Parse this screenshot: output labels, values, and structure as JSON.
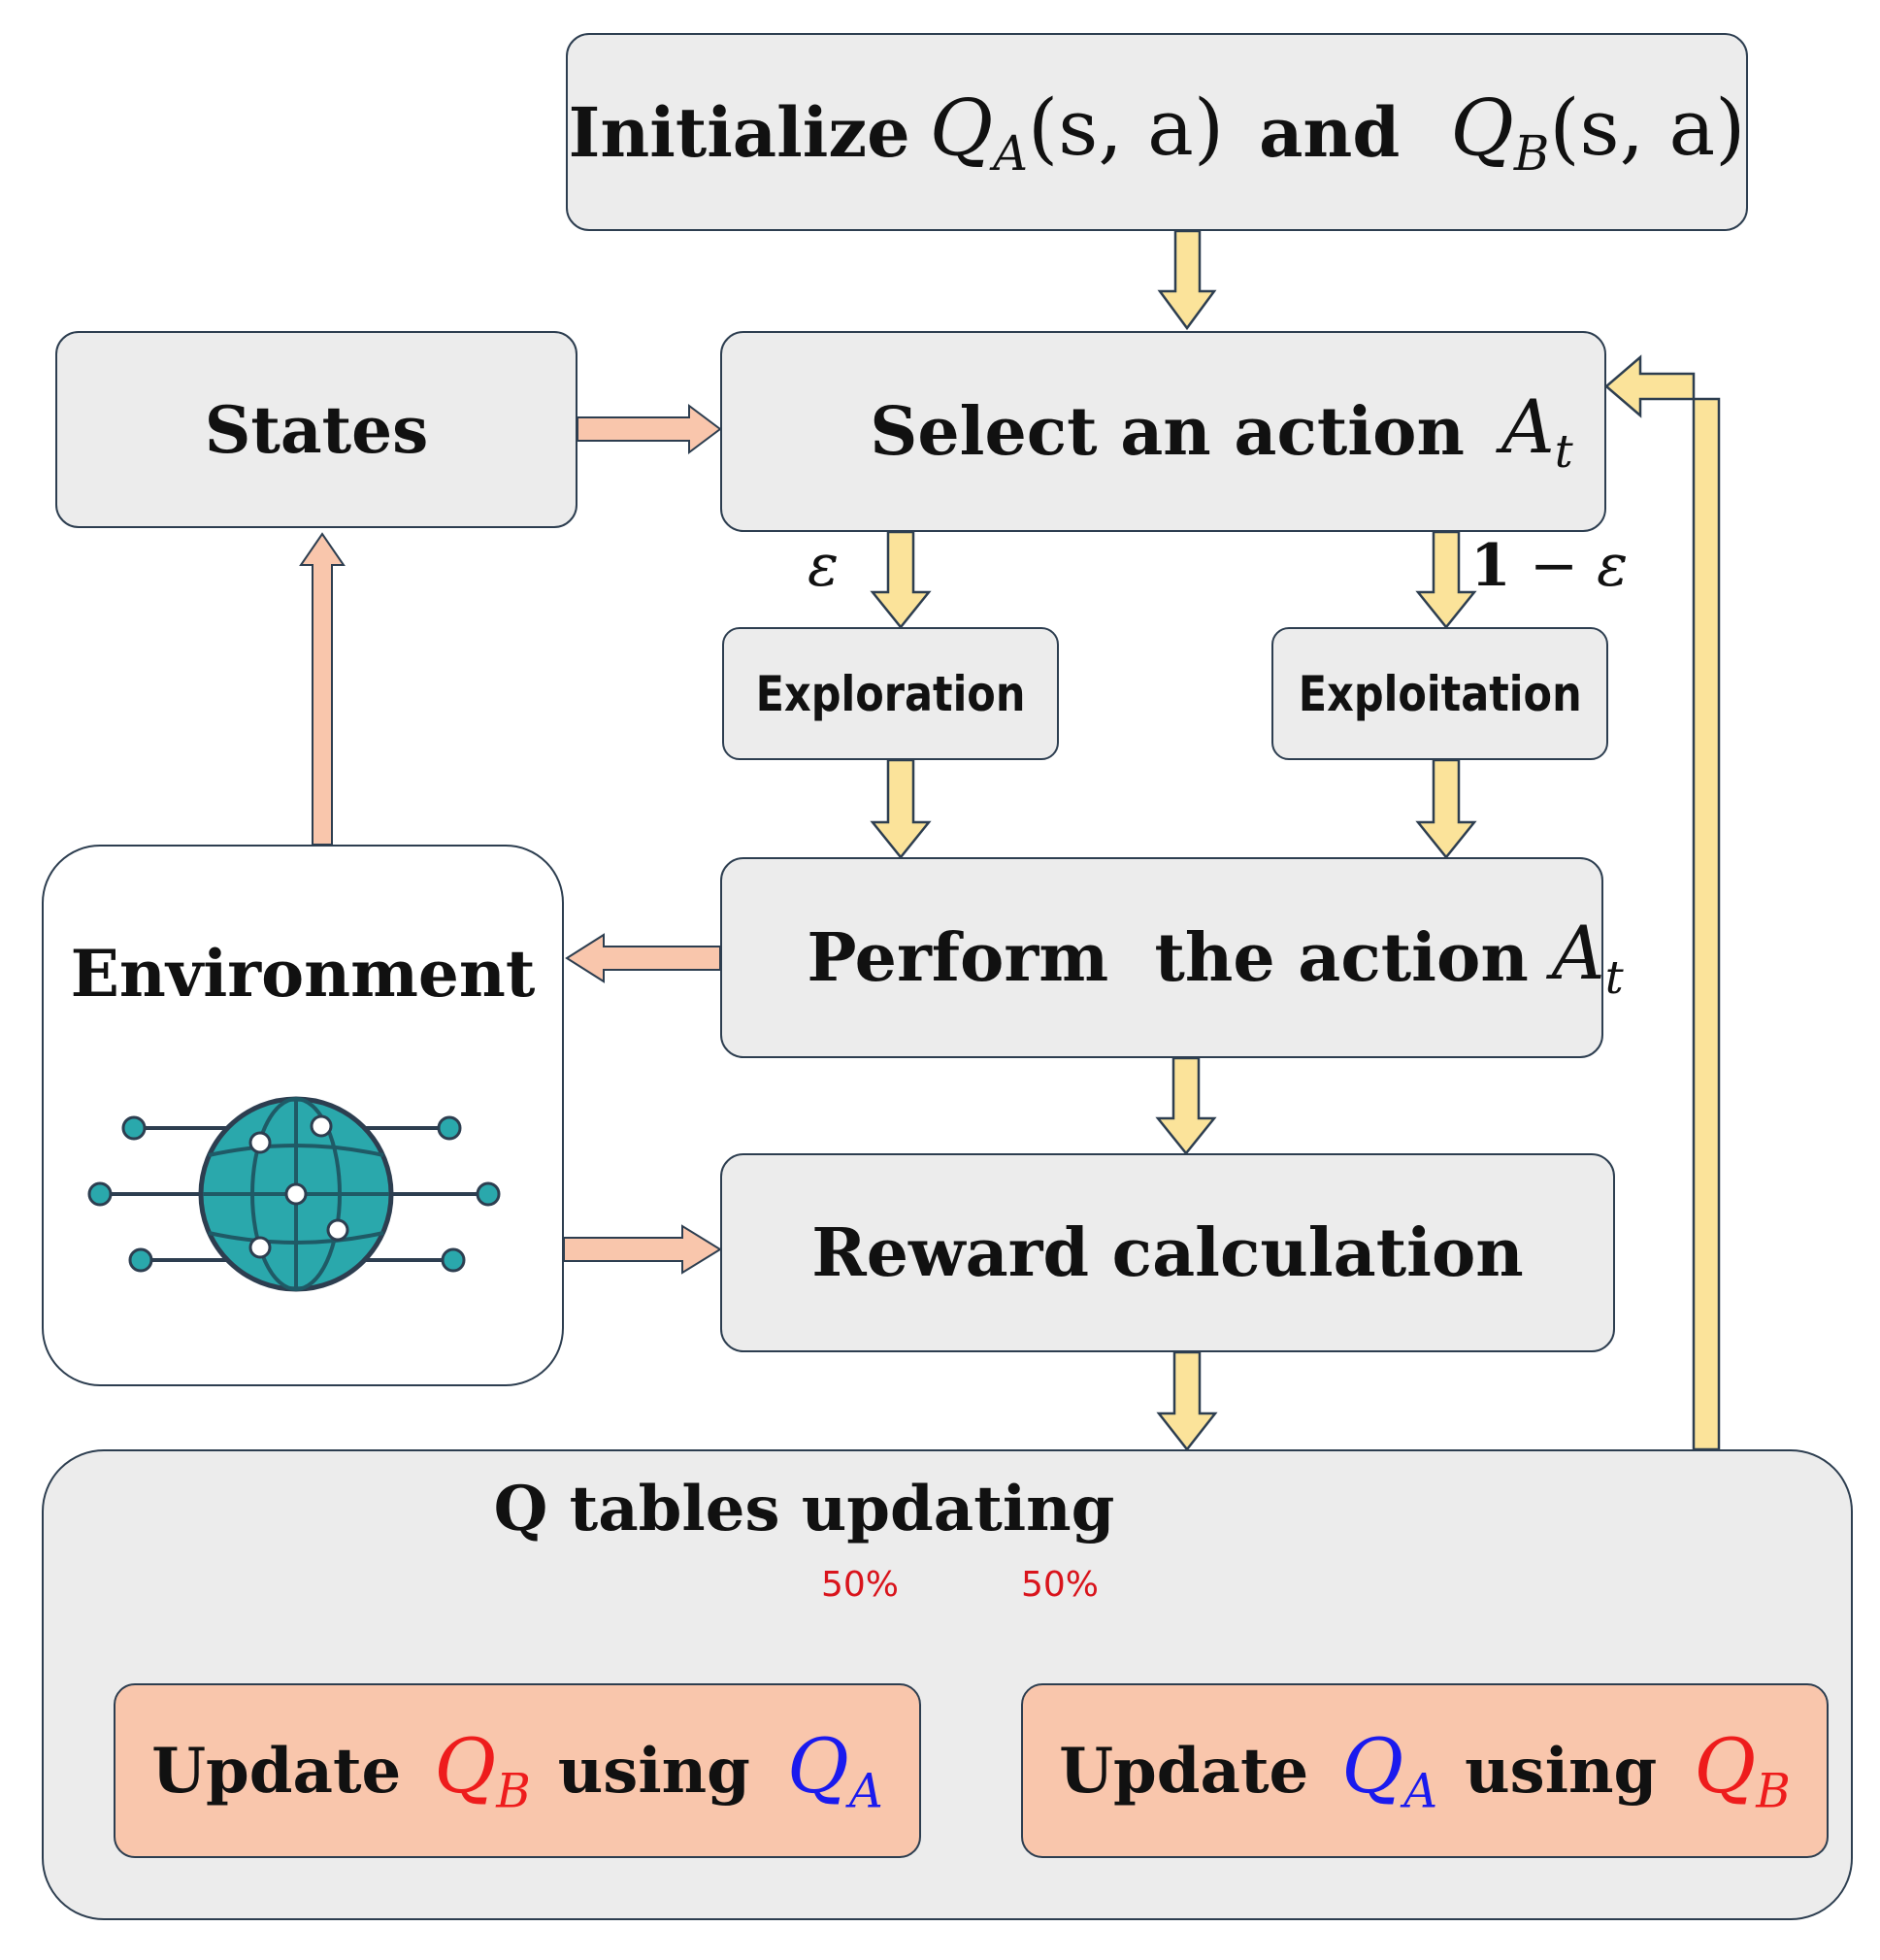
{
  "init": {
    "prefix": "Initialize",
    "qa": "Q",
    "qa_sub": "A",
    "qa_args": "(s, a)",
    "and": "and",
    "qb": "Q",
    "qb_sub": "B",
    "qb_args": "(s, a)"
  },
  "states": {
    "label": "States"
  },
  "select": {
    "label": "Select an action",
    "sym": "A",
    "sub": "t"
  },
  "branches": {
    "epsilon": "ε",
    "one_minus_epsilon_one": "1",
    "one_minus_epsilon_rest": " − ε"
  },
  "exploration": {
    "label": "Exploration"
  },
  "exploitation": {
    "label": "Exploitation"
  },
  "perform": {
    "label": "Perform  the action",
    "sym": "A",
    "sub": "t"
  },
  "environment": {
    "label": "Environment",
    "icon": "globe-network-icon"
  },
  "reward": {
    "label": "Reward calculation"
  },
  "qtables": {
    "title": "Q tables updating",
    "left_pct": "50%",
    "right_pct": "50%",
    "update_b": {
      "word": "Update",
      "target": "Q",
      "target_sub": "B",
      "using": "using",
      "source": "Q",
      "source_sub": "A"
    },
    "update_a": {
      "word": "Update",
      "target": "Q",
      "target_sub": "A",
      "using": "using",
      "source": "Q",
      "source_sub": "B"
    }
  },
  "colors": {
    "box_fill": "#ececec",
    "border": "#2d3e50",
    "flow_arrow": "#fbe39a",
    "env_arrow": "#f9c6ac",
    "update_fill": "#f9c6ac",
    "red": "#ee1c1c",
    "blue": "#1a1aee",
    "globe": "#2aa8ac"
  }
}
